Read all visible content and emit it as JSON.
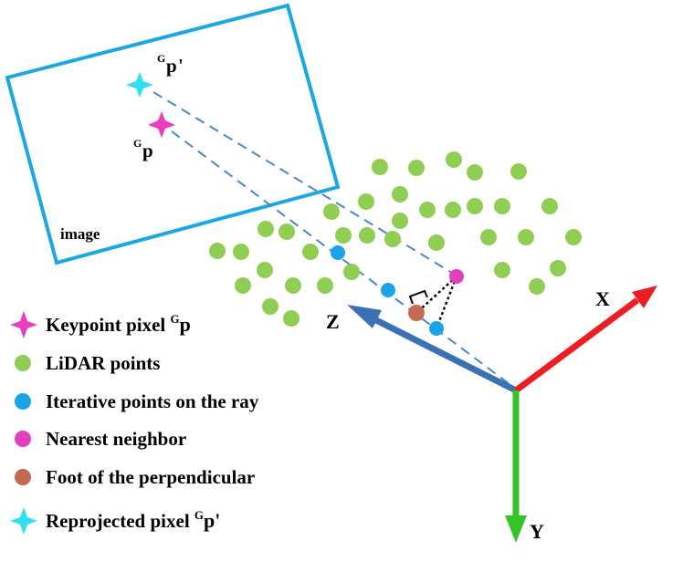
{
  "image_frame": {
    "label": "image"
  },
  "pixels": {
    "keypoint": {
      "sup": "G",
      "base": "p"
    },
    "reprojected": {
      "sup": "G",
      "base": "p",
      "prime": "'"
    }
  },
  "axes": {
    "x_label": "X",
    "y_label": "Y",
    "z_label": "Z"
  },
  "legend": [
    {
      "id": "keypoint",
      "text": "Keypoint pixel ",
      "sup": "G",
      "base": "p",
      "prime": "",
      "color": "#e93fbf",
      "marker": "star"
    },
    {
      "id": "lidar",
      "text": "LiDAR points",
      "sup": "",
      "base": "",
      "prime": "",
      "color": "#8fce52",
      "marker": "circle"
    },
    {
      "id": "iterative",
      "text": "Iterative points on the ray",
      "sup": "",
      "base": "",
      "prime": "",
      "color": "#1aa3e6",
      "marker": "circle"
    },
    {
      "id": "nearest",
      "text": "Nearest neighbor",
      "sup": "",
      "base": "",
      "prime": "",
      "color": "#e23fbd",
      "marker": "circle"
    },
    {
      "id": "foot",
      "text": "Foot of the perpendicular",
      "sup": "",
      "base": "",
      "prime": "",
      "color": "#c46a52",
      "marker": "circle"
    },
    {
      "id": "reprojected",
      "text": "Reprojected pixel ",
      "sup": "G",
      "base": "p",
      "prime": "'",
      "color": "#2fe0ef",
      "marker": "star"
    }
  ],
  "colors": {
    "frame": "#1ba8e0",
    "ray": "#4b86c8",
    "lidar": "#8fce52",
    "iterative": "#1aa3e6",
    "nearest": "#e23fbd",
    "foot": "#c46a52",
    "keypoint": "#e93fbf",
    "reprojected": "#2fe0ef",
    "x_axis": "#ee1d23",
    "y_axis": "#35c425",
    "z_axis": "#3a70b5"
  },
  "icons": {
    "pixel_marker": "four-point-star-icon",
    "point_marker": "dot-icon"
  }
}
